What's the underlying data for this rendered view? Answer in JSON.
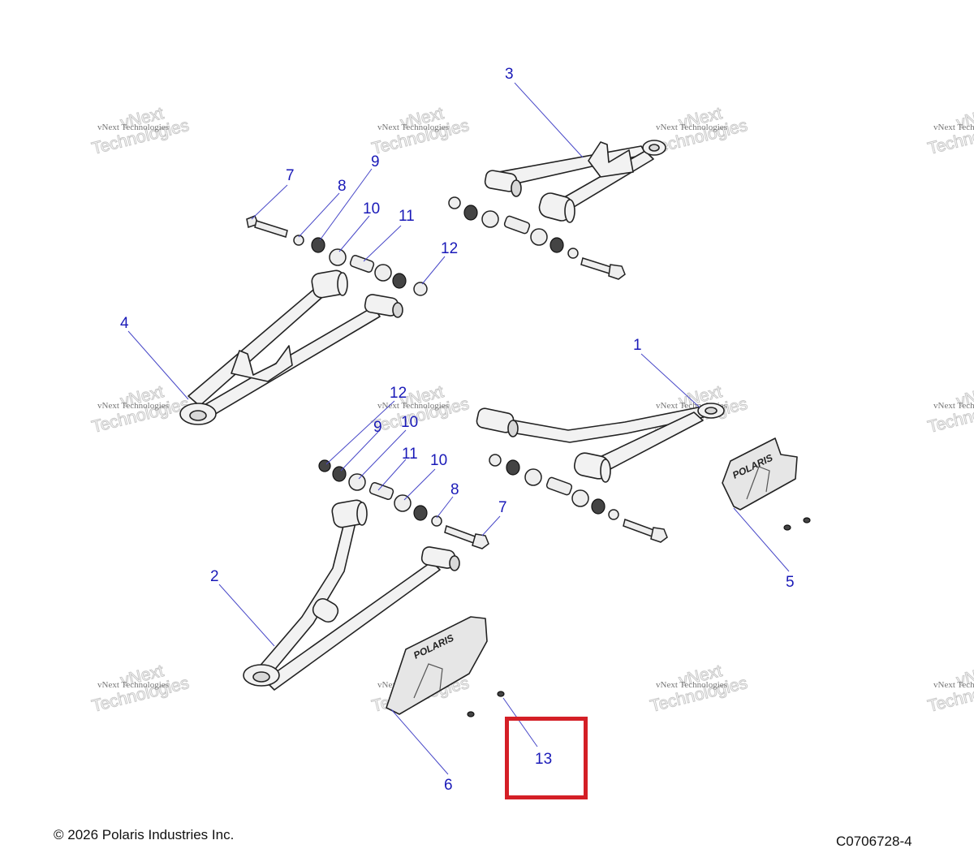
{
  "footer": {
    "copyright": "© 2026 Polaris Industries Inc.",
    "drawing_id": "C0706728-4"
  },
  "watermark": {
    "line1": "vNext Technologies",
    "line2": "vNext",
    "line3": "Technologies"
  },
  "brand_text": "POLARIS",
  "callouts": {
    "c1": "1",
    "c2": "2",
    "c3": "3",
    "c4": "4",
    "c5": "5",
    "c6": "6",
    "c7a": "7",
    "c8a": "8",
    "c9a": "9",
    "c10a": "10",
    "c11a": "11",
    "c12a": "12",
    "c12b": "12",
    "c10b": "10",
    "c9b": "9",
    "c11b": "11",
    "c10c": "10",
    "c8b": "8",
    "c7b": "7",
    "c13": "13"
  },
  "highlight": {
    "color": "#d41f26",
    "target": "13"
  },
  "colors": {
    "callout": "#1a1ab8",
    "leader": "#4848c8"
  }
}
